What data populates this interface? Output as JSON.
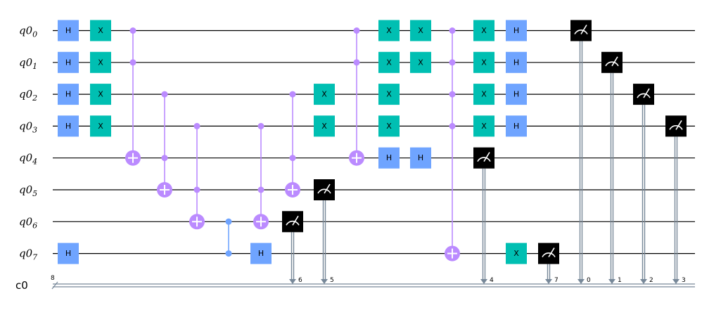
{
  "qubits": [
    "q0_0",
    "q0_1",
    "q0_2",
    "q0_3",
    "q0_4",
    "q0_5",
    "q0_6",
    "q0_7"
  ],
  "qubit_labels": [
    {
      "base": "q0",
      "sub": "0"
    },
    {
      "base": "q0",
      "sub": "1"
    },
    {
      "base": "q0",
      "sub": "2"
    },
    {
      "base": "q0",
      "sub": "3"
    },
    {
      "base": "q0",
      "sub": "4"
    },
    {
      "base": "q0",
      "sub": "5"
    },
    {
      "base": "q0",
      "sub": "6"
    },
    {
      "base": "q0",
      "sub": "7"
    }
  ],
  "classical_register": {
    "label": "c0",
    "size": "8"
  },
  "colors": {
    "h": "#6fa4ff",
    "x": "#00bfb2",
    "ctrl": "#bb8bff",
    "cz": "#6fa4ff",
    "measure": "#000000",
    "cwire": "#778899"
  },
  "gates": [
    {
      "col": 0,
      "type": "H",
      "qubits": [
        0
      ]
    },
    {
      "col": 0,
      "type": "H",
      "qubits": [
        1
      ]
    },
    {
      "col": 0,
      "type": "H",
      "qubits": [
        2
      ]
    },
    {
      "col": 0,
      "type": "H",
      "qubits": [
        3
      ]
    },
    {
      "col": 0,
      "type": "H",
      "qubits": [
        7
      ]
    },
    {
      "col": 1,
      "type": "X",
      "qubits": [
        0
      ]
    },
    {
      "col": 1,
      "type": "X",
      "qubits": [
        1
      ]
    },
    {
      "col": 1,
      "type": "X",
      "qubits": [
        2
      ]
    },
    {
      "col": 1,
      "type": "X",
      "qubits": [
        3
      ]
    },
    {
      "col": 2,
      "type": "MCX",
      "controls": [
        0,
        1
      ],
      "target": 4
    },
    {
      "col": 3,
      "type": "MCX",
      "controls": [
        2,
        4
      ],
      "target": 5
    },
    {
      "col": 4,
      "type": "MCX",
      "controls": [
        3,
        5
      ],
      "target": 6
    },
    {
      "col": 5,
      "type": "CZ",
      "qubits": [
        6,
        7
      ]
    },
    {
      "col": 6,
      "type": "MCX",
      "controls": [
        3,
        5
      ],
      "target": 6
    },
    {
      "col": 6,
      "type": "H",
      "qubits": [
        7
      ]
    },
    {
      "col": 7,
      "type": "MCX",
      "controls": [
        2,
        4
      ],
      "target": 5
    },
    {
      "col": 7,
      "type": "M",
      "qubits": [
        6
      ],
      "cbit": "6"
    },
    {
      "col": 8,
      "type": "X",
      "qubits": [
        2
      ]
    },
    {
      "col": 8,
      "type": "X",
      "qubits": [
        3
      ]
    },
    {
      "col": 8,
      "type": "M",
      "qubits": [
        5
      ],
      "cbit": "5"
    },
    {
      "col": 9,
      "type": "MCX",
      "controls": [
        0,
        1
      ],
      "target": 4
    },
    {
      "col": 10,
      "type": "X",
      "qubits": [
        0
      ]
    },
    {
      "col": 10,
      "type": "X",
      "qubits": [
        1
      ]
    },
    {
      "col": 10,
      "type": "X",
      "qubits": [
        2
      ]
    },
    {
      "col": 10,
      "type": "X",
      "qubits": [
        3
      ]
    },
    {
      "col": 10,
      "type": "H",
      "qubits": [
        4
      ]
    },
    {
      "col": 11,
      "type": "X",
      "qubits": [
        0
      ]
    },
    {
      "col": 11,
      "type": "X",
      "qubits": [
        1
      ]
    },
    {
      "col": 11,
      "type": "H",
      "qubits": [
        4
      ]
    },
    {
      "col": 12,
      "type": "MCX",
      "controls": [
        0,
        1,
        2,
        3
      ],
      "target": 7
    },
    {
      "col": 13,
      "type": "X",
      "qubits": [
        0
      ]
    },
    {
      "col": 13,
      "type": "X",
      "qubits": [
        1
      ]
    },
    {
      "col": 13,
      "type": "X",
      "qubits": [
        2
      ]
    },
    {
      "col": 13,
      "type": "X",
      "qubits": [
        3
      ]
    },
    {
      "col": 13,
      "type": "M",
      "qubits": [
        4
      ],
      "cbit": "4"
    },
    {
      "col": 14,
      "type": "H",
      "qubits": [
        0
      ]
    },
    {
      "col": 14,
      "type": "H",
      "qubits": [
        1
      ]
    },
    {
      "col": 14,
      "type": "H",
      "qubits": [
        2
      ]
    },
    {
      "col": 14,
      "type": "H",
      "qubits": [
        3
      ]
    },
    {
      "col": 14,
      "type": "X",
      "qubits": [
        7
      ]
    },
    {
      "col": 15,
      "type": "M",
      "qubits": [
        7
      ],
      "cbit": "7"
    },
    {
      "col": 16,
      "type": "M",
      "qubits": [
        0
      ],
      "cbit": "0"
    },
    {
      "col": 17,
      "type": "M",
      "qubits": [
        1
      ],
      "cbit": "1"
    },
    {
      "col": 18,
      "type": "M",
      "qubits": [
        2
      ],
      "cbit": "2"
    },
    {
      "col": 19,
      "type": "M",
      "qubits": [
        3
      ],
      "cbit": "3"
    }
  ]
}
